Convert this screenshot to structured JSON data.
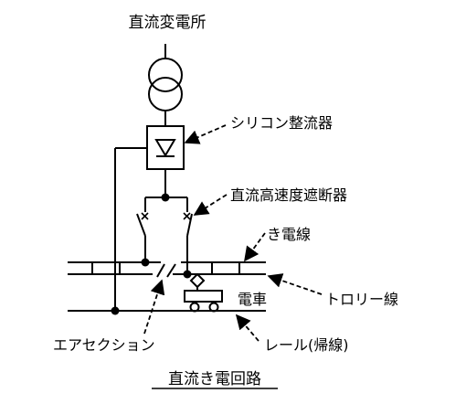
{
  "labels": {
    "substation": "直流変電所",
    "rectifier": "シリコン整流器",
    "breaker": "直流高速度遮断器",
    "catenary": "き電線",
    "trolley": "トロリー線",
    "train": "電車",
    "rail": "レール(帰線)",
    "air_section": "エアセクション"
  },
  "caption": "直流き電回路",
  "colors": {
    "line": "#000000",
    "background": "#ffffff"
  }
}
